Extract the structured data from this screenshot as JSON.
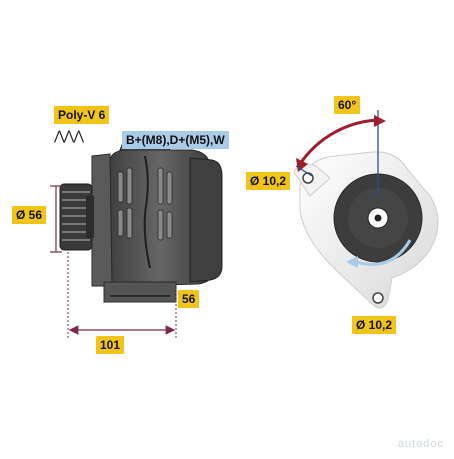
{
  "labels": {
    "belt_type": "Poly-V 6",
    "terminals": "B+(M8),D+(M5),W",
    "pulley_diameter": "Ø 56",
    "length": "101",
    "mount_offset": "56",
    "angle": "60°",
    "hole_upper": "Ø 10,2",
    "hole_lower": "Ø 10,2"
  },
  "watermark": "autodoc",
  "colors": {
    "label_yellow": "#f2c318",
    "label_blue": "#a9cbe6",
    "dimension_line": "#7b2a4e",
    "angle_arc": "#9b1f2f",
    "rotation_arrow": "#a9cbe6",
    "body_dark": "#4d4d4d"
  },
  "icons": {
    "belt_profile": "belt-profile-icon",
    "rotation": "rotation-arrow-icon"
  }
}
